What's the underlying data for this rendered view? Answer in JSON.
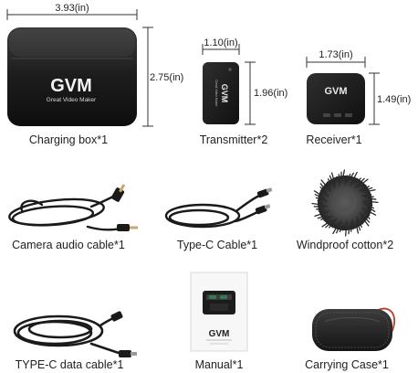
{
  "items": [
    {
      "id": "charging-box",
      "label": "Charging box*1",
      "width": "3.93(in)",
      "height": "2.75(in)",
      "brand": "GVM",
      "tagline": "Great Video Maker"
    },
    {
      "id": "transmitter",
      "label": "Transmitter*2",
      "width": "1.10(in)",
      "height": "1.96(in)",
      "brand": "GVM",
      "tagline": "Great Video Maker"
    },
    {
      "id": "receiver",
      "label": "Receiver*1",
      "width": "1.73(in)",
      "height": "1.49(in)",
      "brand": "GVM"
    },
    {
      "id": "camera-audio-cable",
      "label": "Camera audio cable*1"
    },
    {
      "id": "type-c-cable",
      "label": "Type-C Cable*1"
    },
    {
      "id": "windproof-cotton",
      "label": "Windproof cotton*2"
    },
    {
      "id": "type-c-data-cable",
      "label": "TYPE-C data cable*1"
    },
    {
      "id": "manual",
      "label": "Manual*1",
      "brand": "GVM"
    },
    {
      "id": "carrying-case",
      "label": "Carrying Case*1"
    }
  ],
  "colors": {
    "device": "#161616",
    "device_edge": "#2c2c2c",
    "cable": "#1a1a1a",
    "text": "#222222"
  }
}
